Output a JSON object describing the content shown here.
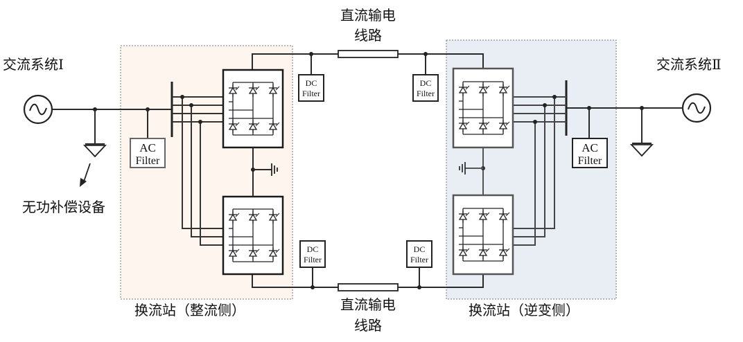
{
  "labels": {
    "ac_system_left": "交流系统I",
    "ac_system_right": "交流系统Ⅱ",
    "dc_line_top_1": "直流输电",
    "dc_line_top_2": "线路",
    "dc_line_bottom_1": "直流输电",
    "dc_line_bottom_2": "线路",
    "reactive_comp": "无功补偿设备",
    "station_rectifier": "换流站（整流侧）",
    "station_inverter": "换流站（逆变侧）"
  },
  "filters": {
    "dc_line1": "DC",
    "dc_line2": "Filter",
    "ac_line1": "AC",
    "ac_line2": "Filter"
  },
  "colors": {
    "rectifier_region": "#fdf5ee",
    "inverter_region": "#e9eef5",
    "line": "#2a2a2a"
  }
}
